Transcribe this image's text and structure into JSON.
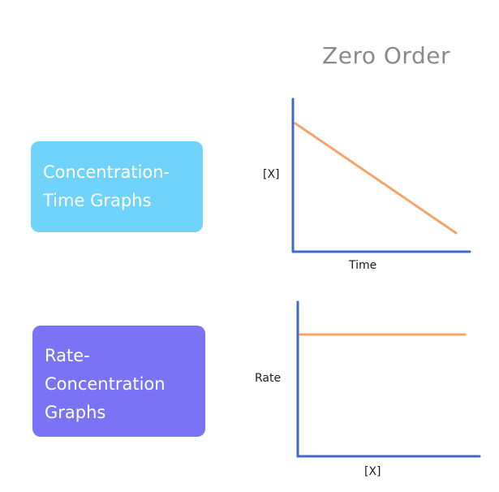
{
  "title": "Zero Order",
  "boxes": {
    "concentration_time": {
      "line1": "Concentration-",
      "line2": "Time Graphs",
      "color": "#6fd3fb"
    },
    "rate_concentration": {
      "line1": "Rate-",
      "line2": "Concentration",
      "line3": "Graphs",
      "color": "#7a73f5"
    }
  },
  "graphs": {
    "concentration_time": {
      "ylabel": "[X]",
      "xlabel": "Time",
      "trend": "decreasing linear"
    },
    "rate_concentration": {
      "ylabel": "Rate",
      "xlabel": "[X]",
      "trend": "constant"
    }
  },
  "colors": {
    "axis": "#4169c8",
    "line": "#f5a46e",
    "title": "#8a8a8a"
  }
}
